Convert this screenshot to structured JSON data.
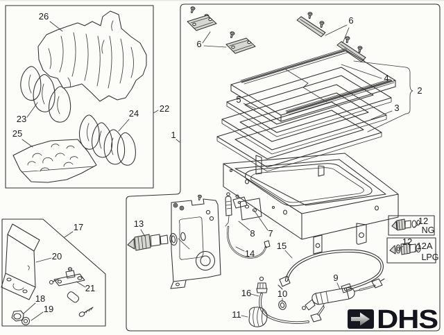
{
  "diagram": {
    "type": "exploded-parts-diagram",
    "background": "#fcfcf9",
    "line_color": "#2f2f2f",
    "callouts": {
      "c1": "1",
      "c2": "2",
      "c3": "3",
      "c4": "4",
      "c5": "5",
      "c6_left": "6",
      "c6_right": "6",
      "c7": "7",
      "c8": "8",
      "c9": "9",
      "c10": "10",
      "c11": "11",
      "c12_ng": "12",
      "c12_lpg": "12",
      "c12a": "12A",
      "c13": "13",
      "c14": "14",
      "c15": "15",
      "c16": "16",
      "c17": "17",
      "c18": "18",
      "c19": "19",
      "c20": "20",
      "c21": "21",
      "c22": "22",
      "c23": "23",
      "c24": "24",
      "c25": "25",
      "c26": "26"
    },
    "fuel_labels": {
      "ng": "NG",
      "lpg": "LPG"
    },
    "brand": {
      "logo_text": "DHS"
    }
  }
}
